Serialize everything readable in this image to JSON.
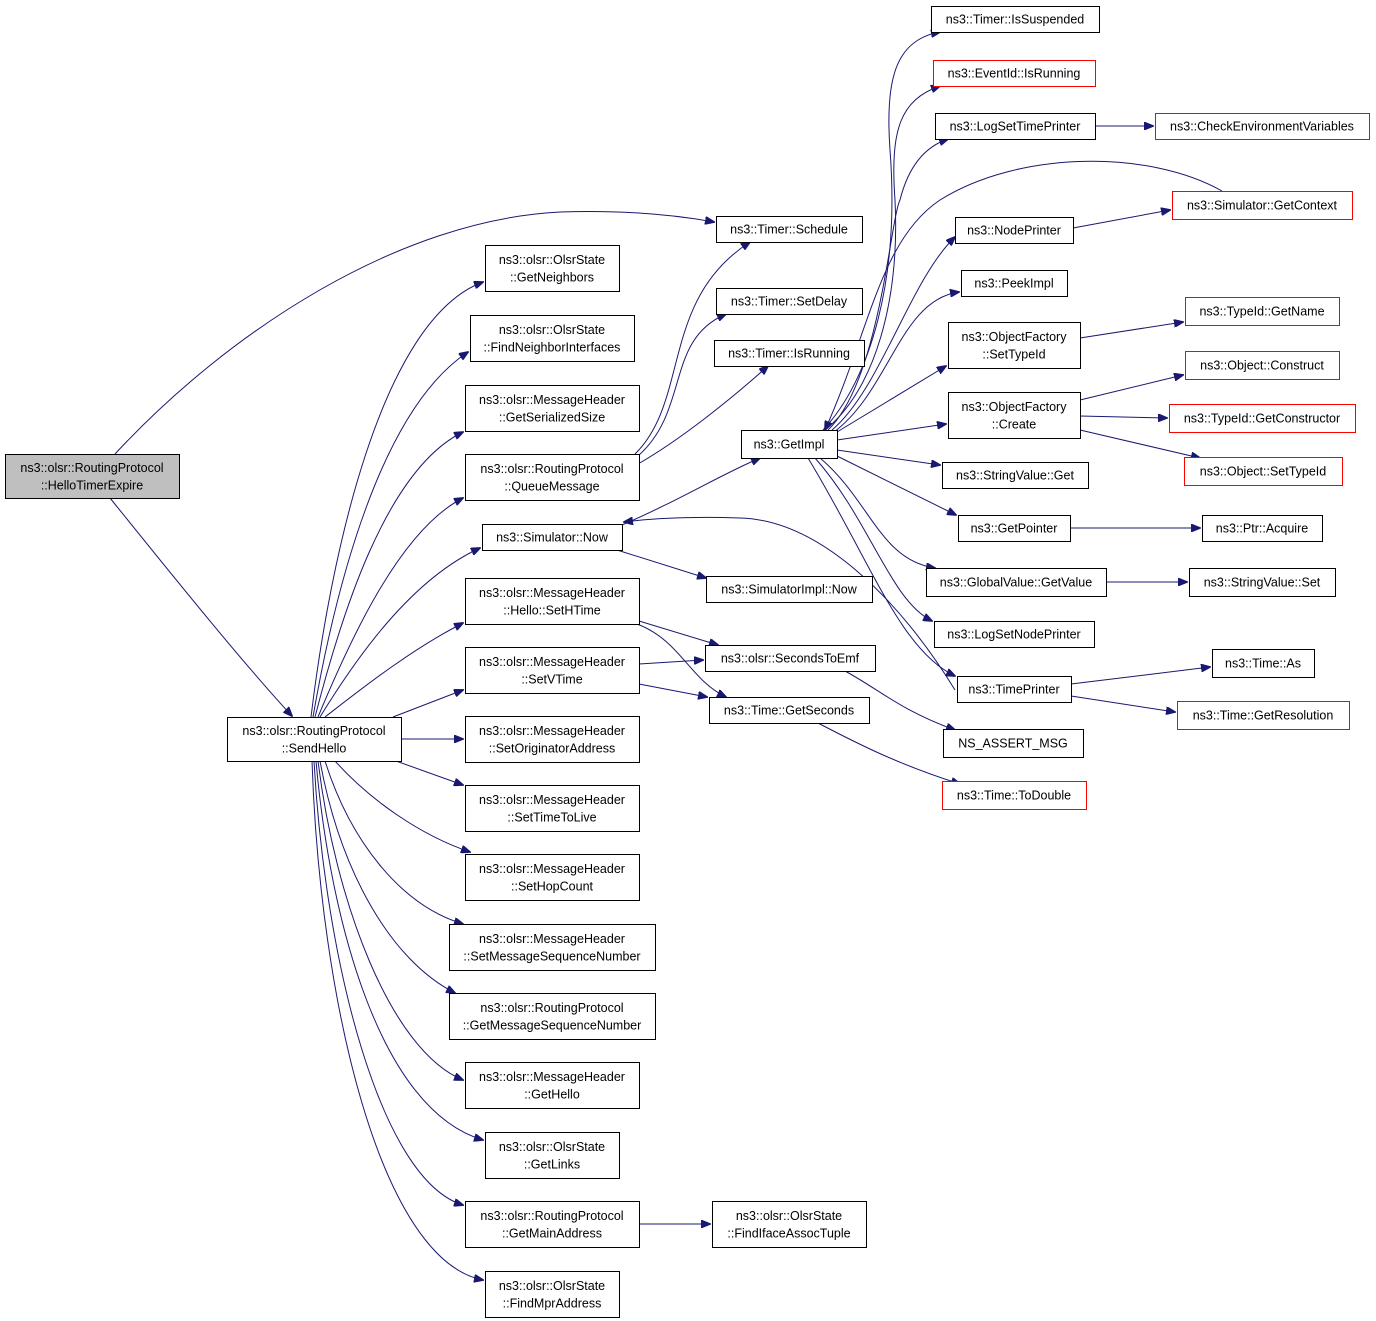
{
  "title": "",
  "colors": {
    "edge": "#191970",
    "root_fill": "#bfbfbf",
    "node_border": "#000000",
    "truncated_border": "#ff0000",
    "background": "#ffffff"
  },
  "nodes": [
    {
      "id": "hte",
      "lines": [
        "ns3::olsr::RoutingProtocol",
        "::HelloTimerExpire"
      ],
      "style": "root"
    },
    {
      "id": "sh",
      "lines": [
        "ns3::olsr::RoutingProtocol",
        "::SendHello"
      ],
      "style": "normal"
    },
    {
      "id": "tsch",
      "lines": [
        "ns3::Timer::Schedule"
      ],
      "style": "normal"
    },
    {
      "id": "gnb",
      "lines": [
        "ns3::olsr::OlsrState",
        "::GetNeighbors"
      ],
      "style": "normal"
    },
    {
      "id": "fni",
      "lines": [
        "ns3::olsr::OlsrState",
        "::FindNeighborInterfaces"
      ],
      "style": "normal"
    },
    {
      "id": "gss",
      "lines": [
        "ns3::olsr::MessageHeader",
        "::GetSerializedSize"
      ],
      "style": "normal"
    },
    {
      "id": "qm",
      "lines": [
        "ns3::olsr::RoutingProtocol",
        "::QueueMessage"
      ],
      "style": "normal"
    },
    {
      "id": "snow",
      "lines": [
        "ns3::Simulator::Now"
      ],
      "style": "normal"
    },
    {
      "id": "sht",
      "lines": [
        "ns3::olsr::MessageHeader",
        "::Hello::SetHTime"
      ],
      "style": "normal"
    },
    {
      "id": "svt",
      "lines": [
        "ns3::olsr::MessageHeader",
        "::SetVTime"
      ],
      "style": "normal"
    },
    {
      "id": "soa",
      "lines": [
        "ns3::olsr::MessageHeader",
        "::SetOriginatorAddress"
      ],
      "style": "normal"
    },
    {
      "id": "sttl",
      "lines": [
        "ns3::olsr::MessageHeader",
        "::SetTimeToLive"
      ],
      "style": "normal"
    },
    {
      "id": "shc",
      "lines": [
        "ns3::olsr::MessageHeader",
        "::SetHopCount"
      ],
      "style": "normal"
    },
    {
      "id": "smsn",
      "lines": [
        "ns3::olsr::MessageHeader",
        "::SetMessageSequenceNumber"
      ],
      "style": "normal"
    },
    {
      "id": "gmsn",
      "lines": [
        "ns3::olsr::RoutingProtocol",
        "::GetMessageSequenceNumber"
      ],
      "style": "normal"
    },
    {
      "id": "gh",
      "lines": [
        "ns3::olsr::MessageHeader",
        "::GetHello"
      ],
      "style": "normal"
    },
    {
      "id": "gl",
      "lines": [
        "ns3::olsr::OlsrState",
        "::GetLinks"
      ],
      "style": "normal"
    },
    {
      "id": "gma",
      "lines": [
        "ns3::olsr::RoutingProtocol",
        "::GetMainAddress"
      ],
      "style": "normal"
    },
    {
      "id": "fmpr",
      "lines": [
        "ns3::olsr::OlsrState",
        "::FindMprAddress"
      ],
      "style": "normal"
    },
    {
      "id": "fiat",
      "lines": [
        "ns3::olsr::OlsrState",
        "::FindIfaceAssocTuple"
      ],
      "style": "normal"
    },
    {
      "id": "tsd",
      "lines": [
        "ns3::Timer::SetDelay"
      ],
      "style": "normal"
    },
    {
      "id": "tir",
      "lines": [
        "ns3::Timer::IsRunning"
      ],
      "style": "normal"
    },
    {
      "id": "gimpl",
      "lines": [
        "ns3::GetImpl"
      ],
      "style": "normal"
    },
    {
      "id": "sin",
      "lines": [
        "ns3::SimulatorImpl::Now"
      ],
      "style": "normal"
    },
    {
      "id": "ste",
      "lines": [
        "ns3::olsr::SecondsToEmf"
      ],
      "style": "normal"
    },
    {
      "id": "tgs",
      "lines": [
        "ns3::Time::GetSeconds"
      ],
      "style": "normal"
    },
    {
      "id": "tis",
      "lines": [
        "ns3::Timer::IsSuspended"
      ],
      "style": "normal"
    },
    {
      "id": "eir",
      "lines": [
        "ns3::EventId::IsRunning"
      ],
      "style": "truncated"
    },
    {
      "id": "lstp",
      "lines": [
        "ns3::LogSetTimePrinter"
      ],
      "style": "normal"
    },
    {
      "id": "cev",
      "lines": [
        "ns3::CheckEnvironmentVariables"
      ],
      "style": "truncated"
    },
    {
      "id": "sgc",
      "lines": [
        "ns3::Simulator::GetContext"
      ],
      "style": "truncated"
    },
    {
      "id": "np",
      "lines": [
        "ns3::NodePrinter"
      ],
      "style": "normal"
    },
    {
      "id": "pi",
      "lines": [
        "ns3::PeekImpl"
      ],
      "style": "normal"
    },
    {
      "id": "ofst",
      "lines": [
        "ns3::ObjectFactory",
        "::SetTypeId"
      ],
      "style": "normal"
    },
    {
      "id": "tign",
      "lines": [
        "ns3::TypeId::GetName"
      ],
      "style": "truncated"
    },
    {
      "id": "ofc",
      "lines": [
        "ns3::ObjectFactory",
        "::Create"
      ],
      "style": "normal"
    },
    {
      "id": "oc",
      "lines": [
        "ns3::Object::Construct"
      ],
      "style": "truncated"
    },
    {
      "id": "tigc",
      "lines": [
        "ns3::TypeId::GetConstructor"
      ],
      "style": "truncated"
    },
    {
      "id": "ost",
      "lines": [
        "ns3::Object::SetTypeId"
      ],
      "style": "truncated"
    },
    {
      "id": "svg",
      "lines": [
        "ns3::StringValue::Get"
      ],
      "style": "normal"
    },
    {
      "id": "gp",
      "lines": [
        "ns3::GetPointer"
      ],
      "style": "normal"
    },
    {
      "id": "pa",
      "lines": [
        "ns3::Ptr::Acquire"
      ],
      "style": "normal"
    },
    {
      "id": "gvgv",
      "lines": [
        "ns3::GlobalValue::GetValue"
      ],
      "style": "normal"
    },
    {
      "id": "svs",
      "lines": [
        "ns3::StringValue::Set"
      ],
      "style": "normal"
    },
    {
      "id": "lsnp",
      "lines": [
        "ns3::LogSetNodePrinter"
      ],
      "style": "normal"
    },
    {
      "id": "tp",
      "lines": [
        "ns3::TimePrinter"
      ],
      "style": "normal"
    },
    {
      "id": "tas",
      "lines": [
        "ns3::Time::As"
      ],
      "style": "normal"
    },
    {
      "id": "tgr",
      "lines": [
        "ns3::Time::GetResolution"
      ],
      "style": "truncated"
    },
    {
      "id": "nam",
      "lines": [
        "NS_ASSERT_MSG"
      ],
      "style": "normal"
    },
    {
      "id": "ttd",
      "lines": [
        "ns3::Time::ToDouble"
      ],
      "style": "truncated"
    }
  ],
  "edges": [
    [
      "hte",
      "tsch"
    ],
    [
      "hte",
      "sh"
    ],
    [
      "sh",
      "gnb"
    ],
    [
      "sh",
      "fni"
    ],
    [
      "sh",
      "gss"
    ],
    [
      "sh",
      "qm"
    ],
    [
      "sh",
      "snow"
    ],
    [
      "sh",
      "sht"
    ],
    [
      "sh",
      "svt"
    ],
    [
      "sh",
      "soa"
    ],
    [
      "sh",
      "sttl"
    ],
    [
      "sh",
      "shc"
    ],
    [
      "sh",
      "smsn"
    ],
    [
      "sh",
      "gmsn"
    ],
    [
      "sh",
      "gh"
    ],
    [
      "sh",
      "gl"
    ],
    [
      "sh",
      "gma"
    ],
    [
      "sh",
      "fmpr"
    ],
    [
      "qm",
      "tsch"
    ],
    [
      "qm",
      "tsd"
    ],
    [
      "qm",
      "tir"
    ],
    [
      "snow",
      "gimpl"
    ],
    [
      "snow",
      "sin"
    ],
    [
      "sht",
      "ste"
    ],
    [
      "sht",
      "tgs"
    ],
    [
      "svt",
      "ste"
    ],
    [
      "svt",
      "tgs"
    ],
    [
      "gma",
      "fiat"
    ],
    [
      "tir",
      "tis"
    ],
    [
      "tir",
      "eir"
    ],
    [
      "gimpl",
      "lstp"
    ],
    [
      "gimpl",
      "np"
    ],
    [
      "gimpl",
      "pi"
    ],
    [
      "gimpl",
      "ofst"
    ],
    [
      "gimpl",
      "ofc"
    ],
    [
      "gimpl",
      "svg"
    ],
    [
      "gimpl",
      "gp"
    ],
    [
      "gimpl",
      "gvgv"
    ],
    [
      "gimpl",
      "lsnp"
    ],
    [
      "gimpl",
      "tp"
    ],
    [
      "lstp",
      "cev"
    ],
    [
      "np",
      "sgc"
    ],
    [
      "sgc",
      "gimpl"
    ],
    [
      "ofst",
      "tign"
    ],
    [
      "ofc",
      "oc"
    ],
    [
      "ofc",
      "tigc"
    ],
    [
      "ofc",
      "ost"
    ],
    [
      "gp",
      "pa"
    ],
    [
      "gvgv",
      "svs"
    ],
    [
      "tp",
      "snow"
    ],
    [
      "tp",
      "tas"
    ],
    [
      "tp",
      "tgr"
    ],
    [
      "ste",
      "nam"
    ],
    [
      "tgs",
      "ttd"
    ]
  ]
}
